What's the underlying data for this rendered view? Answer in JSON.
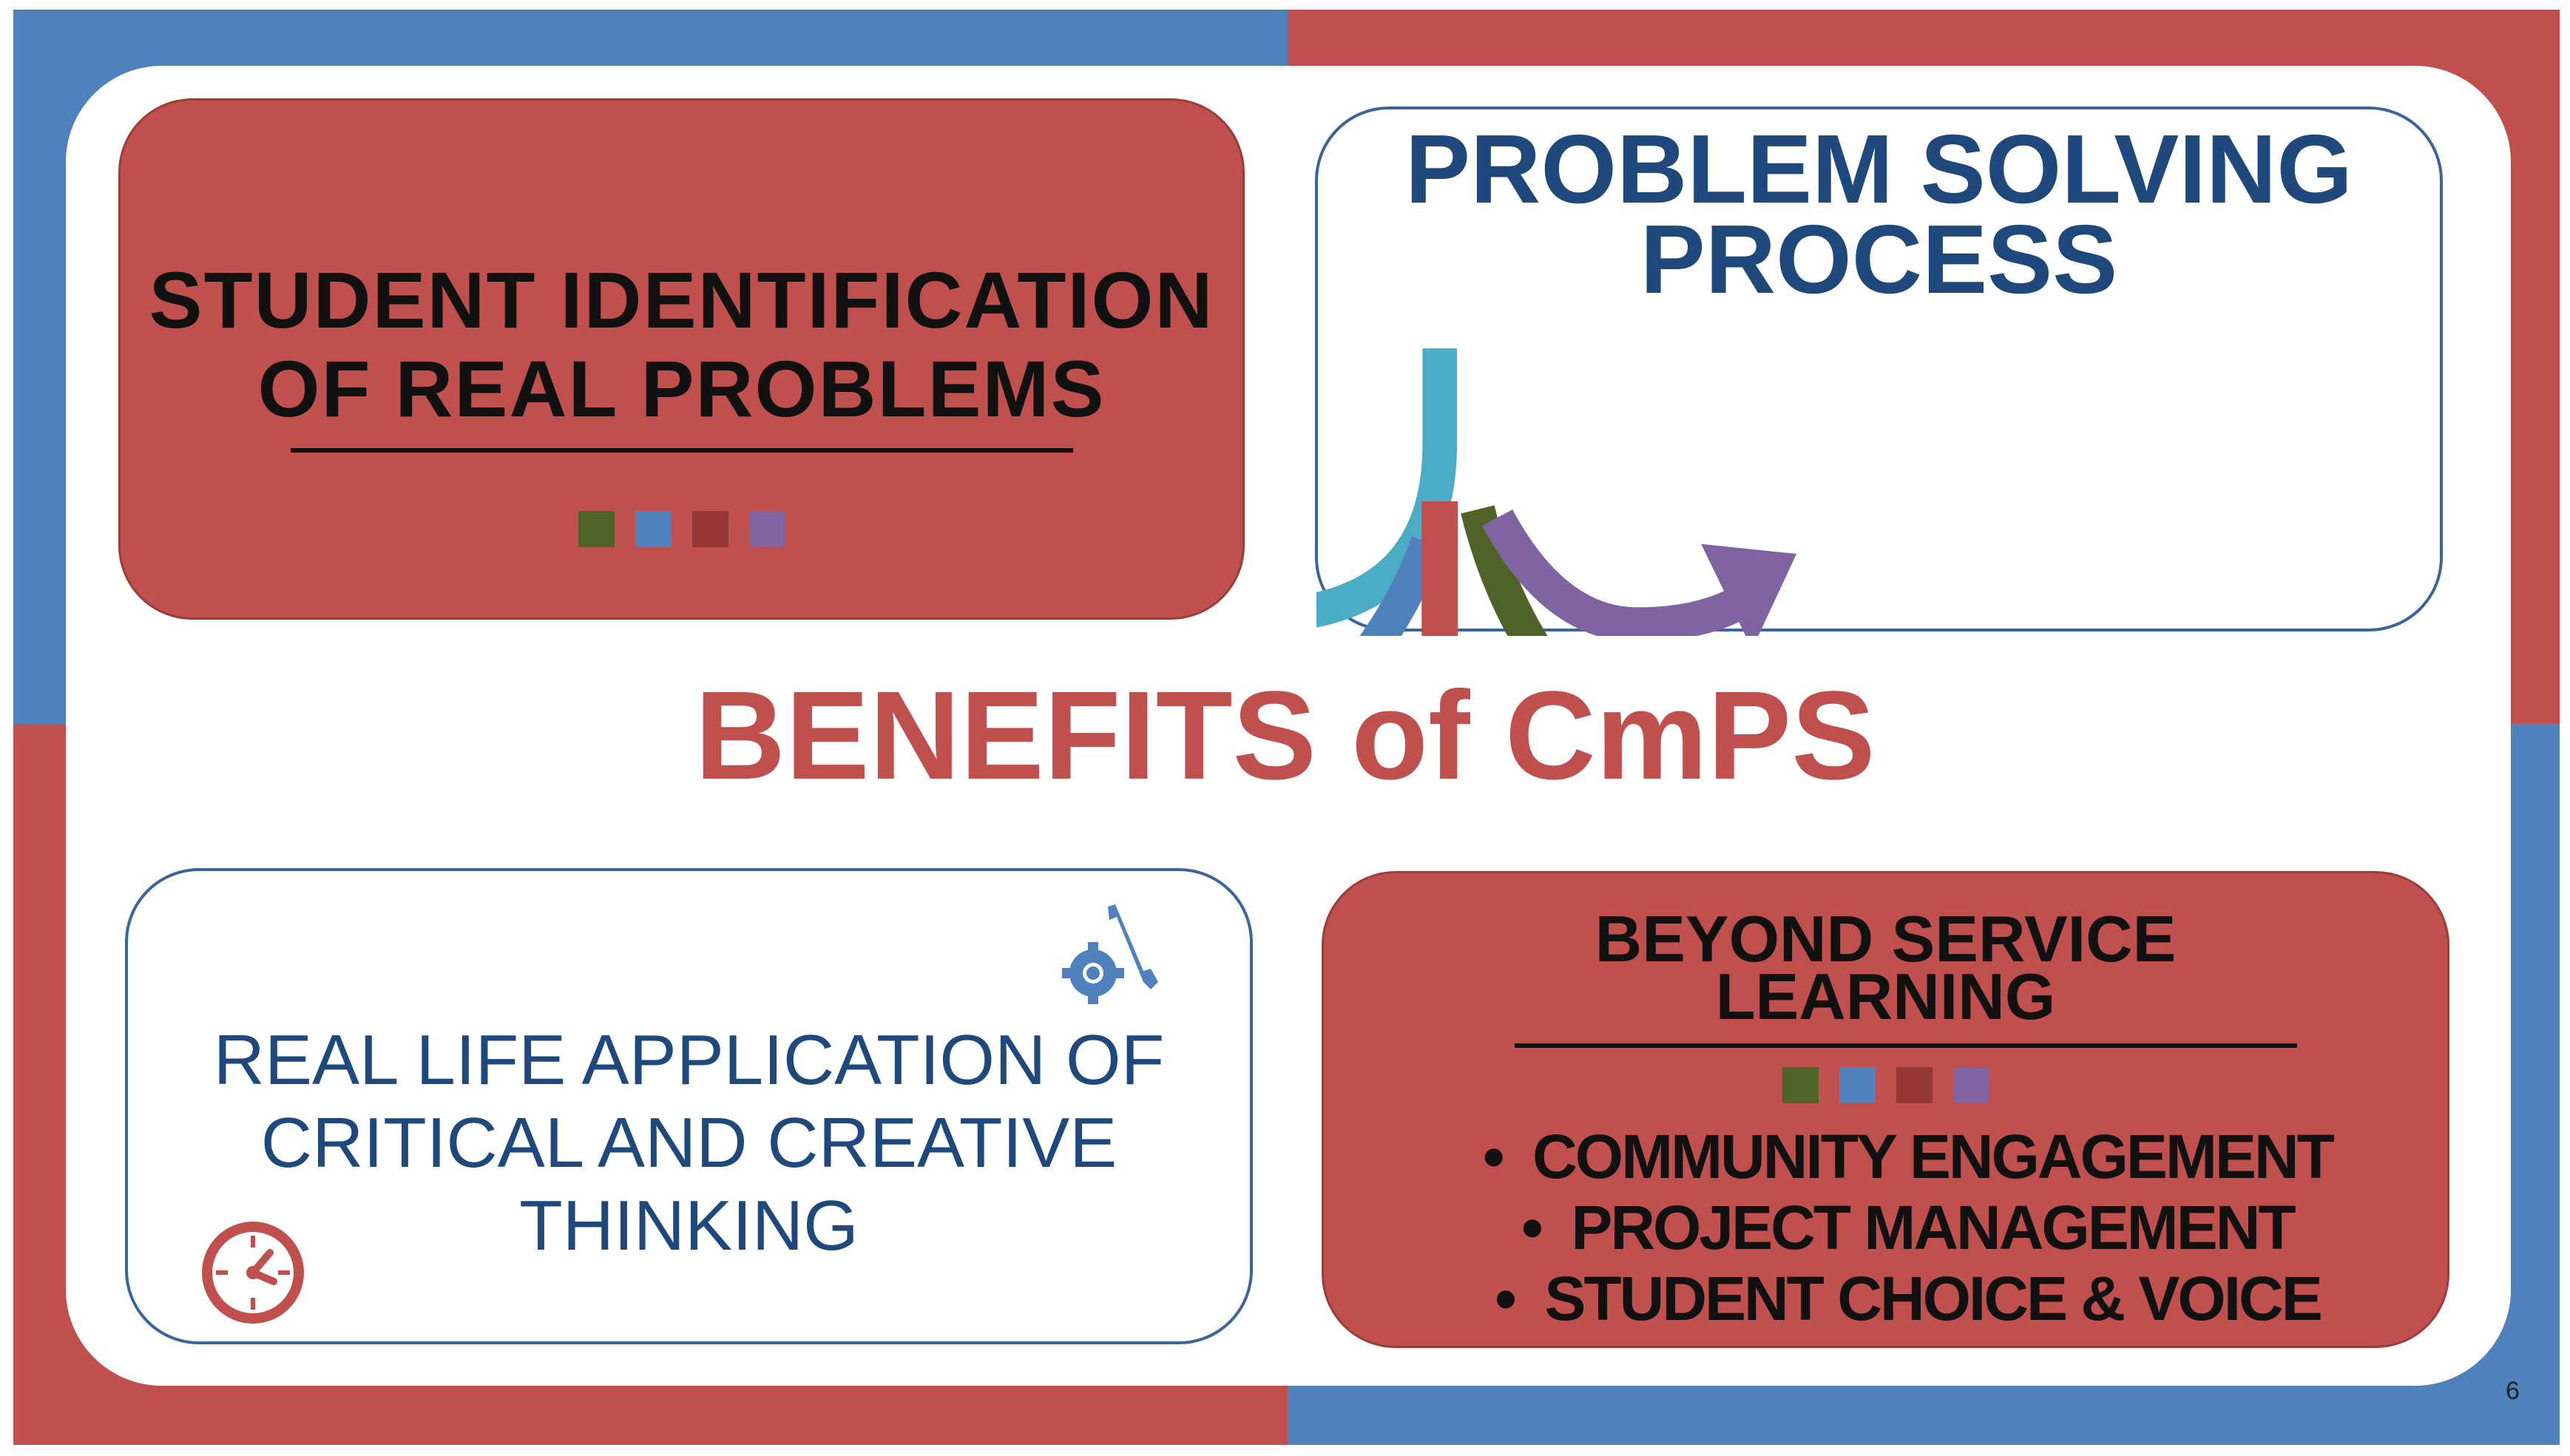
{
  "colors": {
    "red": "#C0504D",
    "blue": "#4F81BD",
    "navy": "#1F497D",
    "green": "#4F6228",
    "darkred": "#953735",
    "purple": "#8064A2",
    "cyan": "#4BACC6"
  },
  "box1": {
    "title_line1": "STUDENT IDENTIFICATION",
    "title_line2": "OF REAL PROBLEMS"
  },
  "box2": {
    "title_line1": "PROBLEM SOLVING",
    "title_line2": "PROCESS"
  },
  "main_title": "BENEFITS of CmPS",
  "box3": {
    "line1": "REAL LIFE APPLICATION OF",
    "line2": "CRITICAL AND CREATIVE",
    "line3": "THINKING"
  },
  "box4": {
    "title_line1": "BEYOND SERVICE",
    "title_line2": "LEARNING",
    "bullets": [
      "COMMUNITY ENGAGEMENT",
      "PROJECT MANAGEMENT",
      "STUDENT CHOICE & VOICE"
    ]
  },
  "page_number": "6"
}
